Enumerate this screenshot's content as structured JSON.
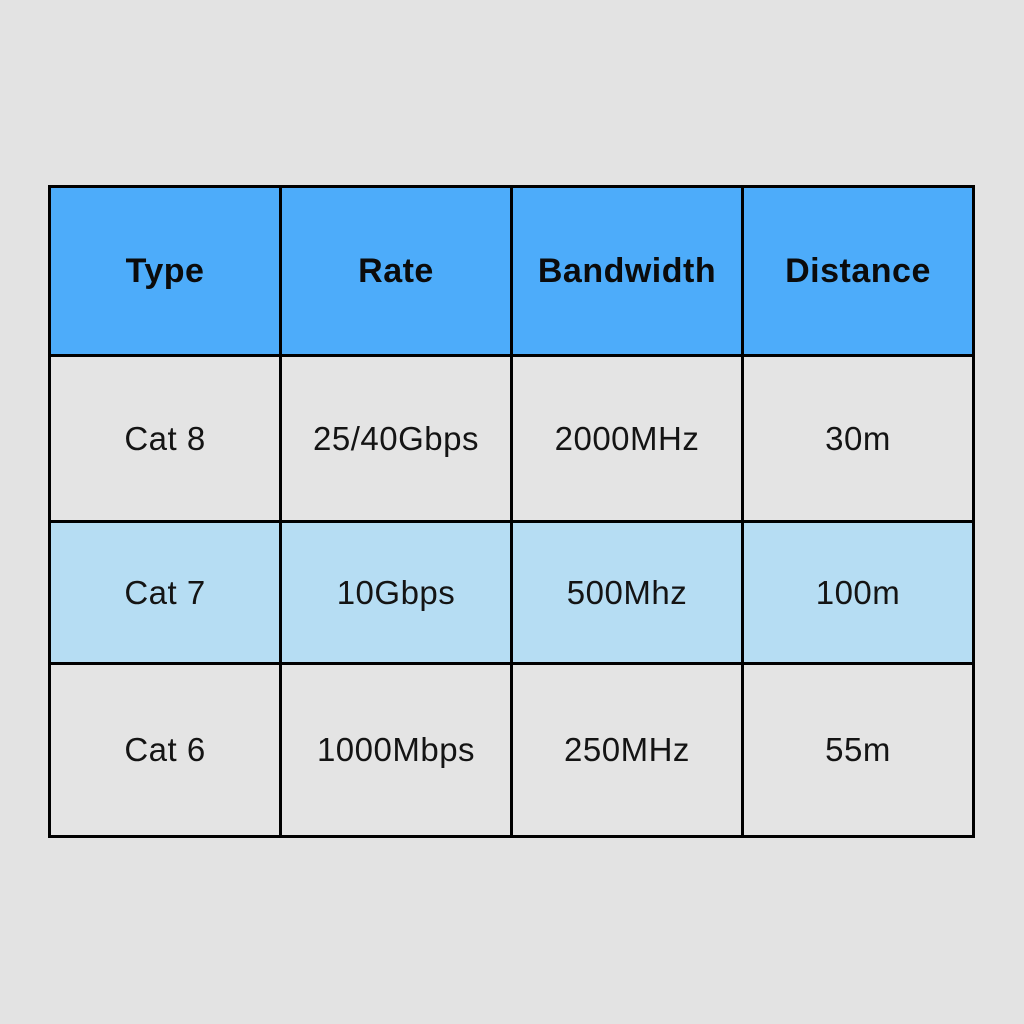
{
  "page": {
    "background_color": "#e3e3e3"
  },
  "colors": {
    "header_bg": "#4dacfa",
    "row_default_bg": "#e4e4e4",
    "row_highlight_bg": "#b6ddf3",
    "border": "#000000",
    "text": "#141414"
  },
  "chart_data": {
    "type": "table",
    "columns": [
      "Type",
      "Rate",
      "Bandwidth",
      "Distance"
    ],
    "rows": [
      {
        "cells": [
          "Cat 8",
          "25/40Gbps",
          "2000MHz",
          "30m"
        ],
        "highlight": false
      },
      {
        "cells": [
          "Cat 7",
          "10Gbps",
          "500Mhz",
          "100m"
        ],
        "highlight": true
      },
      {
        "cells": [
          "Cat 6",
          "1000Mbps",
          "250MHz",
          "55m"
        ],
        "highlight": false
      }
    ]
  }
}
